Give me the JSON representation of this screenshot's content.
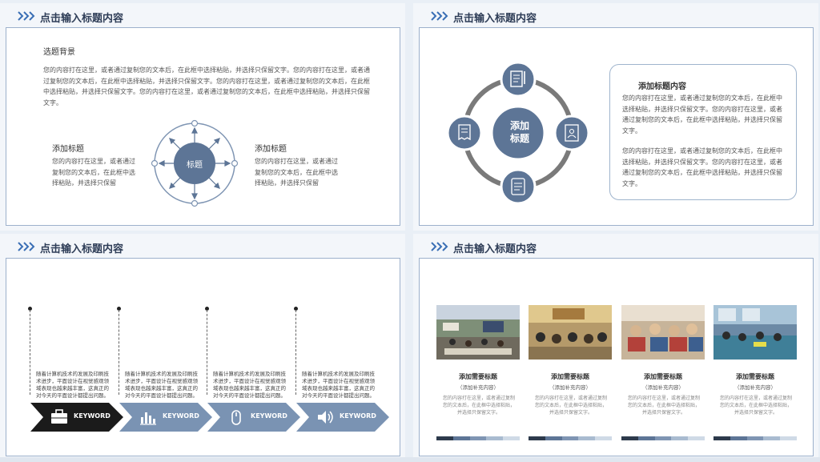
{
  "slides": [
    {
      "title": "点击输入标题内容"
    },
    {
      "title": "点击输入标题内容"
    },
    {
      "title": "点击输入标题内容"
    },
    {
      "title": "点击输入标题内容"
    }
  ],
  "slide1": {
    "bg_title": "选题背景",
    "paragraph": "您的内容打在这里，或者通过复制您的文本后，在此框中选择粘贴，并选择只保留文字。您的内容打在这里，或者通过复制您的文本后，在此框中选择粘贴，并选择只保留文字。您的内容打在这里，或者通过复制您的文本后，在此框中选择粘贴，并选择只保留文字。您的内容打在这里，或者通过复制您的文本后，在此框中选择粘贴，并选择只保留文字。",
    "left_head": "添加标题",
    "left_text": "您的内容打在这里，或者通过复制您的文本后，在此框中选择粘贴，并选择只保留",
    "right_head": "添加标题",
    "right_text": "您的内容打在这里，或者通过复制您的文本后，在此框中选择粘贴，并选择只保留",
    "center_label": "标题"
  },
  "slide2": {
    "center_label_1": "添加",
    "center_label_2": "标题",
    "box_head": "添加标题内容",
    "box_p1": "您的内容打在这里，或者通过复制您的文本后，在此框中选择粘贴，并选择只保留文字。您的内容打在这里，或者通过复制您的文本后，在此框中选择粘贴，并选择只保留文字。",
    "box_p2": "您的内容打在这里，或者通过复制您的文本后，在此框中选择粘贴，并选择只保留文字。您的内容打在这里，或者通过复制您的文本后，在此框中选择粘贴，并选择只保留文字。"
  },
  "slide3": {
    "columns": [
      {
        "text": "随着计算机技术的发展及印刷技术进步，平面设计在视觉感观领域表现也越来越丰富，这真正的对今天的平面设计都提出问题。",
        "keyword": "KEYWORD",
        "icon": "briefcase-icon"
      },
      {
        "text": "随着计算机技术的发展及印刷技术进步，平面设计在视觉感观领域表现也越来越丰富，这真正的对今天的平面设计都提出问题。",
        "keyword": "KEYWORD",
        "icon": "bar-chart-icon"
      },
      {
        "text": "随着计算机技术的发展及印刷技术进步，平面设计在视觉感观领域表现也越来越丰富，这真正的对今天的平面设计都提出问题。",
        "keyword": "KEYWORD",
        "icon": "mouse-icon"
      },
      {
        "text": "随着计算机技术的发展及印刷技术进步，平面设计在视觉感观领域表现也越来越丰富，这真正的对今天的平面设计都提出问题。",
        "keyword": "KEYWORD",
        "icon": "speaker-icon"
      }
    ],
    "colors": {
      "dark": "#1b1b1b",
      "blue": "#7a93b3"
    }
  },
  "slide4": {
    "cards": [
      {
        "head": "添加需要标题",
        "sub": "（添加补充内容）",
        "text": "您的内容打在这里，或者通过复制您的文本后，在此框中选择粘贴，并选择只保留文字。"
      },
      {
        "head": "添加需要标题",
        "sub": "（添加补充内容）",
        "text": "您的内容打在这里，或者通过复制您的文本后，在此框中选择粘贴，并选择只保留文字。"
      },
      {
        "head": "添加需要标题",
        "sub": "（添加补充内容）",
        "text": "您的内容打在这里，或者通过复制您的文本后，在此框中选择粘贴，并选择只保留文字。"
      },
      {
        "head": "添加需要标题",
        "sub": "（添加补充内容）",
        "text": "您的内容打在这里，或者通过复制您的文本后，在此框中选择粘贴，并选择只保留文字。"
      }
    ]
  },
  "colors": {
    "accent": "#5d7596",
    "header_text": "#2e3d57",
    "chevron": "#3a6fb5"
  }
}
